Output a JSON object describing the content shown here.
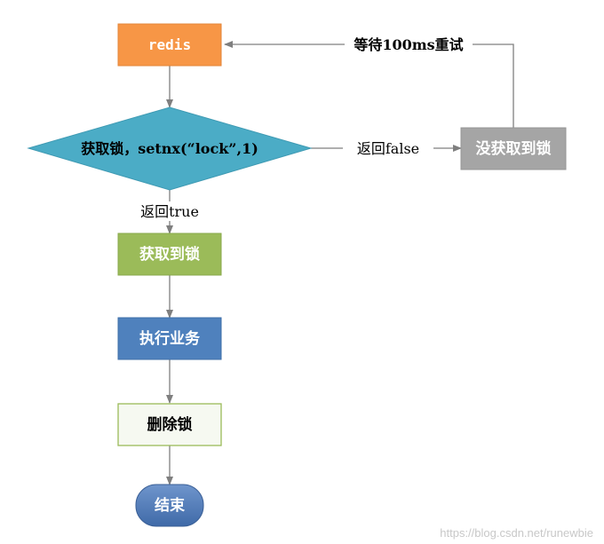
{
  "nodes": {
    "redis": {
      "label": "redis"
    },
    "decision": {
      "label": "获取锁，setnx(“lock”,1)"
    },
    "no_lock": {
      "label": "没获取到锁"
    },
    "got_lock": {
      "label": "获取到锁"
    },
    "do_business": {
      "label": "执行业务"
    },
    "delete_lock": {
      "label": "删除锁"
    },
    "end": {
      "label": "结束"
    }
  },
  "edges": {
    "return_true": "返回true",
    "return_false": "返回false",
    "retry": "等待100ms重试"
  },
  "watermark": "https://blog.csdn.net/runewbie",
  "colors": {
    "redis": "#f79646",
    "decision": "#4bacc6",
    "no_lock": "#a5a5a5",
    "got_lock": "#9bbb59",
    "do_business": "#4f81bd",
    "delete_lock_fill": "#f6f9f1",
    "delete_lock_border": "#9bbb59",
    "end": "#4f81bd",
    "arrow": "#7f7f7f"
  }
}
